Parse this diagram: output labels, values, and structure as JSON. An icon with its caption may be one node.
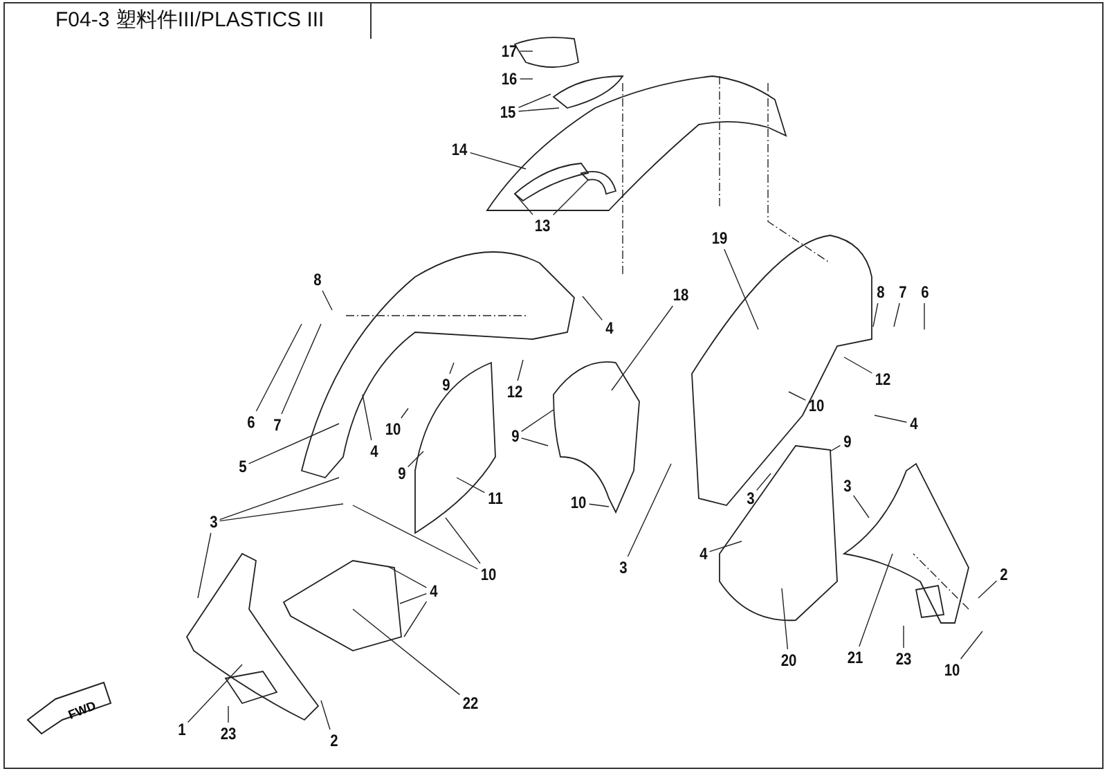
{
  "diagram": {
    "title": "F04-3 塑料件III/PLASTICS III",
    "nodes": [
      {
        "text": [
          "17"
        ]
      },
      {
        "text": [
          "16"
        ]
      },
      {
        "text": [
          "15"
        ]
      },
      {
        "text": [
          "14"
        ]
      },
      {
        "text": [
          "13"
        ]
      },
      {
        "text": [
          "19"
        ]
      },
      {
        "text": [
          "8"
        ]
      },
      {
        "text": [
          "18"
        ]
      },
      {
        "text": [
          "8"
        ]
      },
      {
        "text": [
          "7"
        ]
      },
      {
        "text": [
          "6"
        ]
      },
      {
        "text": [
          "4"
        ]
      },
      {
        "text": [
          "12"
        ]
      },
      {
        "text": [
          "9"
        ]
      },
      {
        "text": [
          "12"
        ]
      },
      {
        "text": [
          "10"
        ]
      },
      {
        "text": [
          "6"
        ]
      },
      {
        "text": [
          "7"
        ]
      },
      {
        "text": [
          "4"
        ]
      },
      {
        "text": [
          "10"
        ]
      },
      {
        "text": [
          "9"
        ]
      },
      {
        "text": [
          "9"
        ]
      },
      {
        "text": [
          "4"
        ]
      },
      {
        "text": [
          "5"
        ]
      },
      {
        "text": [
          "9"
        ]
      },
      {
        "text": [
          "3"
        ]
      },
      {
        "text": [
          "3"
        ]
      },
      {
        "text": [
          "10"
        ]
      },
      {
        "text": [
          "11"
        ]
      },
      {
        "text": [
          "3"
        ]
      },
      {
        "text": [
          "4"
        ]
      },
      {
        "text": [
          "3"
        ]
      },
      {
        "text": [
          "10"
        ]
      },
      {
        "text": [
          "2"
        ]
      },
      {
        "text": [
          "4"
        ]
      },
      {
        "text": [
          "20"
        ]
      },
      {
        "text": [
          "21"
        ]
      },
      {
        "text": [
          "23"
        ]
      },
      {
        "text": [
          "10"
        ]
      },
      {
        "text": [
          "22"
        ]
      },
      {
        "text": [
          "1"
        ]
      },
      {
        "text": [
          "23"
        ]
      },
      {
        "text": [
          "2"
        ]
      }
    ],
    "edges": [
      {
        "from": 0,
        "to": null,
        "arrow": "none"
      },
      {
        "from": 1,
        "to": null,
        "arrow": "none"
      },
      {
        "from": 2,
        "to": null,
        "arrow": "none"
      },
      {
        "from": 2,
        "to": null,
        "arrow": "none"
      },
      {
        "from": 3,
        "to": null,
        "arrow": "none"
      },
      {
        "from": 4,
        "to": null,
        "arrow": "none"
      },
      {
        "from": 4,
        "to": null,
        "arrow": "none"
      },
      {
        "from": 5,
        "to": null,
        "arrow": "none"
      },
      {
        "from": 6,
        "to": null,
        "arrow": "none"
      },
      {
        "from": 7,
        "to": null,
        "arrow": "none"
      },
      {
        "from": 8,
        "to": null,
        "arrow": "none"
      },
      {
        "from": 9,
        "to": null,
        "arrow": "none"
      },
      {
        "from": 10,
        "to": null,
        "arrow": "none"
      },
      {
        "from": 11,
        "to": null,
        "arrow": "none"
      },
      {
        "from": 12,
        "to": null,
        "arrow": "none"
      },
      {
        "from": 13,
        "to": null,
        "arrow": "none"
      },
      {
        "from": 14,
        "to": null,
        "arrow": "none"
      },
      {
        "from": 15,
        "to": null,
        "arrow": "none"
      },
      {
        "from": 16,
        "to": null,
        "arrow": "none"
      },
      {
        "from": 17,
        "to": null,
        "arrow": "none"
      },
      {
        "from": 18,
        "to": null,
        "arrow": "none"
      },
      {
        "from": 19,
        "to": null,
        "arrow": "none"
      },
      {
        "from": 20,
        "to": null,
        "arrow": "none"
      },
      {
        "from": 20,
        "to": null,
        "arrow": "none"
      },
      {
        "from": 21,
        "to": null,
        "arrow": "none"
      },
      {
        "from": 22,
        "to": null,
        "arrow": "none"
      },
      {
        "from": 23,
        "to": null,
        "arrow": "none"
      },
      {
        "from": 24,
        "to": null,
        "arrow": "none"
      },
      {
        "from": 25,
        "to": null,
        "arrow": "none"
      },
      {
        "from": 26,
        "to": null,
        "arrow": "none"
      },
      {
        "from": 27,
        "to": null,
        "arrow": "none"
      },
      {
        "from": 28,
        "to": null,
        "arrow": "none"
      },
      {
        "from": 29,
        "to": null,
        "arrow": "none"
      },
      {
        "from": 29,
        "to": null,
        "arrow": "none"
      },
      {
        "from": 29,
        "to": null,
        "arrow": "none"
      },
      {
        "from": 30,
        "to": null,
        "arrow": "none"
      },
      {
        "from": 31,
        "to": null,
        "arrow": "none"
      },
      {
        "from": 32,
        "to": null,
        "arrow": "none"
      },
      {
        "from": 32,
        "to": null,
        "arrow": "none"
      },
      {
        "from": 33,
        "to": null,
        "arrow": "none"
      },
      {
        "from": 34,
        "to": null,
        "arrow": "none"
      },
      {
        "from": 34,
        "to": null,
        "arrow": "none"
      },
      {
        "from": 34,
        "to": null,
        "arrow": "none"
      },
      {
        "from": 35,
        "to": null,
        "arrow": "none"
      },
      {
        "from": 36,
        "to": null,
        "arrow": "none"
      },
      {
        "from": 37,
        "to": null,
        "arrow": "none"
      },
      {
        "from": 38,
        "to": null,
        "arrow": "none"
      },
      {
        "from": 39,
        "to": null,
        "arrow": "none"
      },
      {
        "from": 40,
        "to": null,
        "arrow": "none"
      },
      {
        "from": 41,
        "to": null,
        "arrow": "none"
      },
      {
        "from": 42,
        "to": null,
        "arrow": "none"
      }
    ],
    "labels": [
      "FWD"
    ]
  }
}
